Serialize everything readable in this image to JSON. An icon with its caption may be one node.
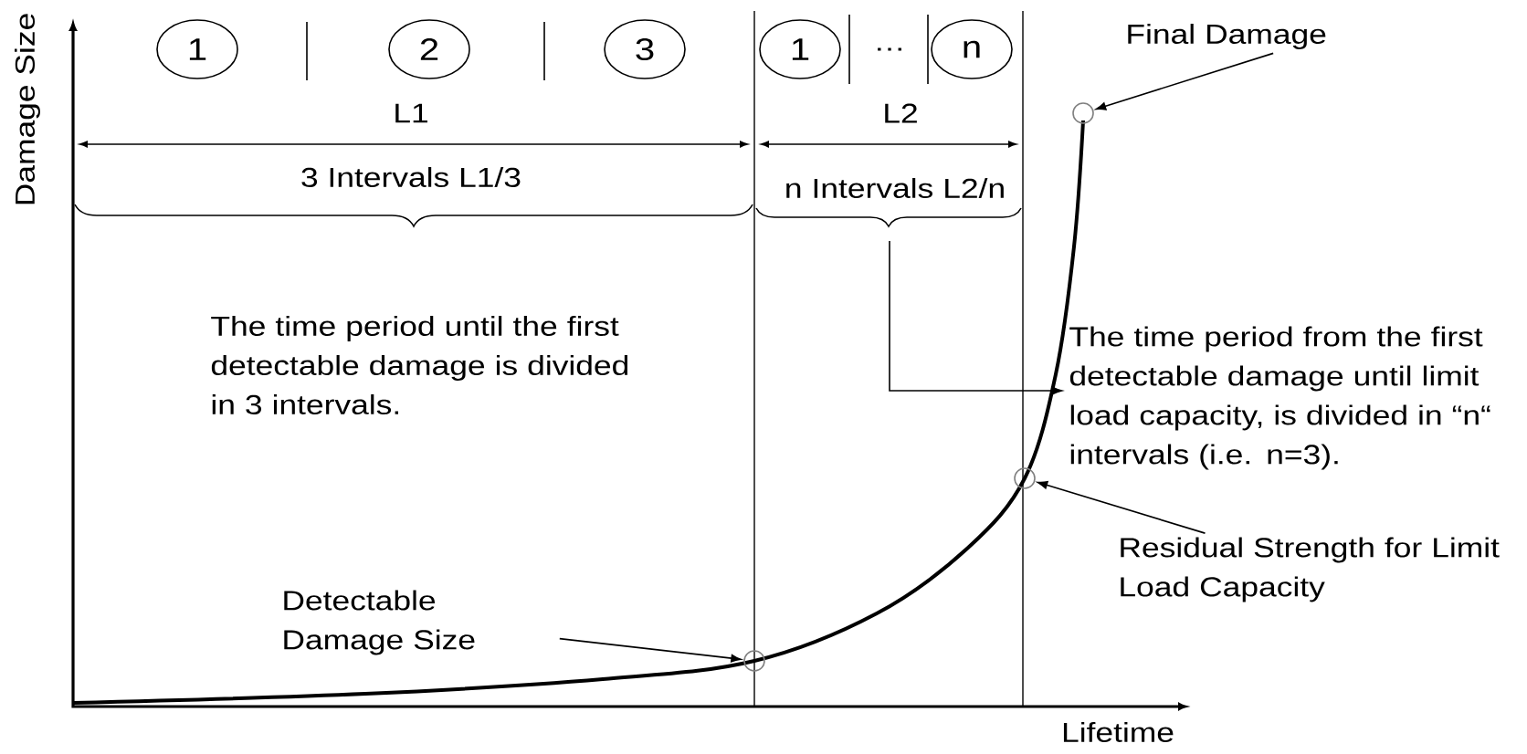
{
  "diagram": {
    "nodes": [
      {
        "text": [
          "1"
        ]
      },
      {
        "text": [
          "2"
        ]
      },
      {
        "text": [
          "3"
        ]
      },
      {
        "text": [
          "1"
        ]
      },
      {
        "text": [
          "n"
        ]
      },
      {
        "text": [
          "Final Damage"
        ]
      },
      {
        "text": [],
        "shape": "circle"
      },
      {
        "text": [
          "The time period until the first detectable damage is divided in 3 intervals."
        ]
      },
      {
        "text": [
          "The time period from the first detectable damage until limit load capacity, is divided in “n“ intervals (i.e. n=3)."
        ]
      },
      {
        "text": [],
        "shape": "circle"
      },
      {
        "text": [
          "Residual Strength for Limit Load Capacity"
        ]
      },
      {
        "text": [
          "Detectable Damage Size"
        ]
      },
      {
        "text": [],
        "shape": "circle"
      }
    ],
    "edges": [
      {
        "from": 5,
        "to": 6,
        "arrow": "to"
      },
      {
        "from": null,
        "to": 8,
        "arrow": "to"
      },
      {
        "from": 10,
        "to": 9,
        "arrow": "to"
      },
      {
        "from": 11,
        "to": 12,
        "arrow": "to"
      }
    ],
    "labels": [
      "…",
      "L1",
      "L2",
      "3 Intervals L1/3",
      "n Intervals L2/n",
      "Damage Size",
      "Lifetime"
    ]
  }
}
